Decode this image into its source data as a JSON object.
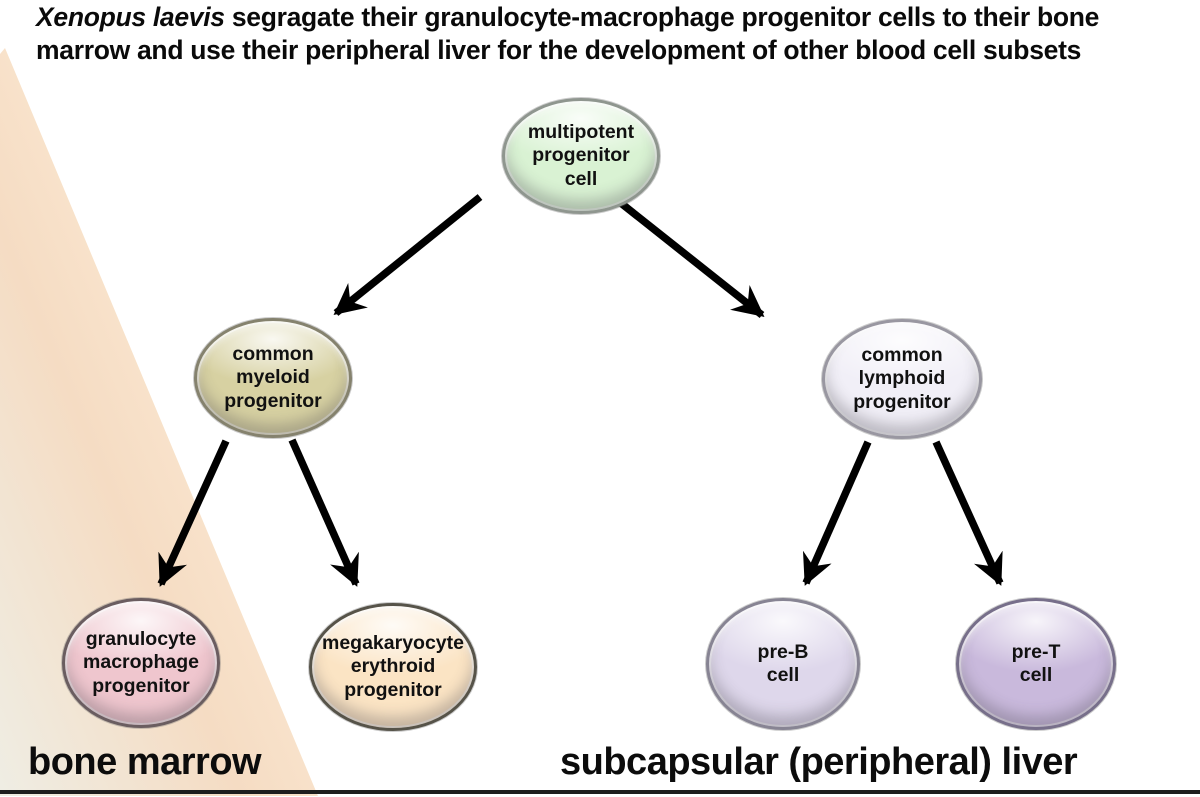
{
  "title": {
    "species": "Xenopus laevis",
    "line1_rest": "segragate their granulocyte-macrophage progenitor cells to their bone",
    "line2": "marrow and use their peripheral liver for the development of other blood cell subsets"
  },
  "nodes": [
    {
      "id": "multipotent-progenitor-cell",
      "lines": [
        "multipotent",
        "progenitor",
        "cell"
      ],
      "fill": "#d9f2d3",
      "border": "#8f968f"
    },
    {
      "id": "common-myeloid-progenitor",
      "lines": [
        "common",
        "myeloid",
        "progenitor"
      ],
      "fill": "#d7d1a2",
      "border": "#85826e"
    },
    {
      "id": "common-lymphoid-progenitor",
      "lines": [
        "common",
        "lymphoid",
        "progenitor"
      ],
      "fill": "#f1eff7",
      "border": "#9997a1"
    },
    {
      "id": "granulocyte-macrophage-progenitor",
      "lines": [
        "granulocyte",
        "macrophage",
        "progenitor"
      ],
      "fill": "#efc6ce",
      "border": "#6a5d60"
    },
    {
      "id": "megakaryocyte-erythroid-progenitor",
      "lines": [
        "megakaryocyte",
        "erythroid",
        "progenitor"
      ],
      "fill": "#fbe4c4",
      "border": "#565349"
    },
    {
      "id": "pre-b-cell",
      "lines": [
        "pre-B",
        "cell"
      ],
      "fill": "#ded7eb",
      "border": "#878493"
    },
    {
      "id": "pre-t-cell",
      "lines": [
        "pre-T",
        "cell"
      ],
      "fill": "#c9b9dc",
      "border": "#776f8a"
    }
  ],
  "edges": [
    {
      "from": "multipotent-progenitor-cell",
      "to": "common-myeloid-progenitor"
    },
    {
      "from": "multipotent-progenitor-cell",
      "to": "common-lymphoid-progenitor"
    },
    {
      "from": "common-myeloid-progenitor",
      "to": "granulocyte-macrophage-progenitor"
    },
    {
      "from": "common-myeloid-progenitor",
      "to": "megakaryocyte-erythroid-progenitor"
    },
    {
      "from": "common-lymphoid-progenitor",
      "to": "pre-b-cell"
    },
    {
      "from": "common-lymphoid-progenitor",
      "to": "pre-t-cell"
    }
  ],
  "regions": [
    {
      "id": "bone-marrow",
      "label": "bone marrow"
    },
    {
      "id": "subcapsular-peripheral-liver",
      "label": "subcapsular (peripheral) liver"
    }
  ],
  "colors": {
    "arrow": "#000000",
    "wedge_pale": "#efede3",
    "wedge_peach": "#f6dcc2",
    "wedge_light_peach": "#fdf1e4",
    "baseline_rule": "#1e1e1e"
  }
}
